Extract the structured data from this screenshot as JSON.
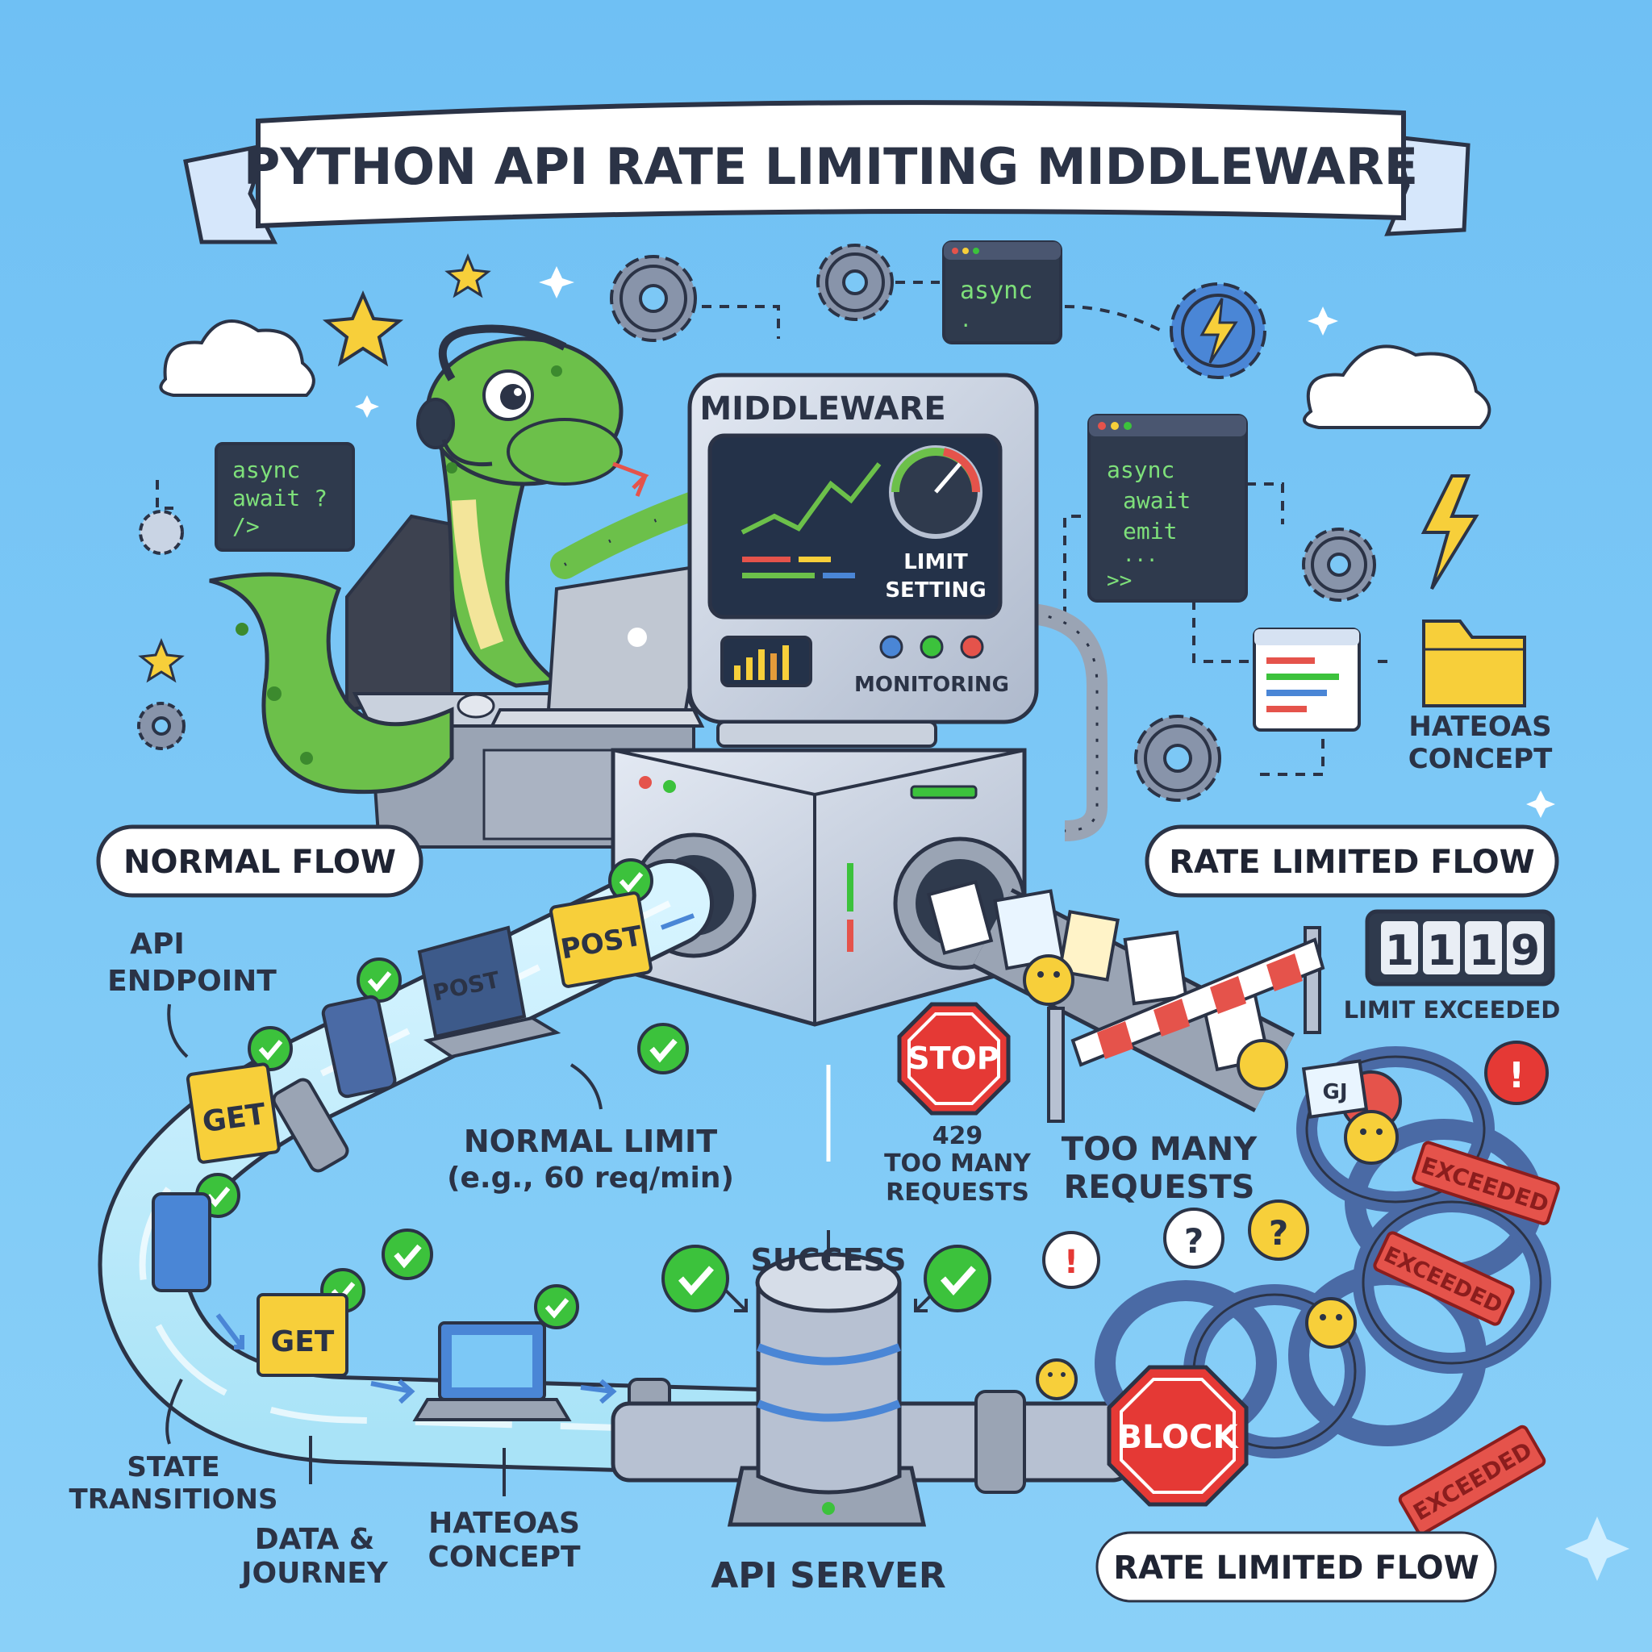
{
  "title": "PYTHON API RATE LIMITING MIDDLEWARE",
  "middleware": {
    "label": "MIDDLEWARE",
    "limit_setting": [
      "LIMIT",
      "SETTING"
    ],
    "monitoring": "MONITORING"
  },
  "code_windows": {
    "top": [
      "async",
      "."
    ],
    "left": [
      "async",
      "await ?",
      "/>"
    ],
    "right": [
      "async",
      "await",
      "emit",
      "...",
      ">>"
    ]
  },
  "flows": {
    "normal": "NORMAL FLOW",
    "rate_limited_top": "RATE LIMITED FLOW",
    "rate_limited_bottom": "RATE LIMITED FLOW"
  },
  "labels": {
    "api_endpoint": [
      "API",
      "ENDPOINT"
    ],
    "normal_limit": [
      "NORMAL LIMIT",
      "(e.g., 60 req/min)"
    ],
    "status_429": [
      "429",
      "TOO MANY",
      "REQUESTS"
    ],
    "too_many_requests": [
      "TOO MANY",
      "REQUESTS"
    ],
    "success": "SUCCESS",
    "api_server": "API SERVER",
    "state_transitions": [
      "STATE",
      "TRANSITIONS"
    ],
    "data_journey": [
      "DATA &",
      "JOURNEY"
    ],
    "hateoas_bottom": [
      "HATEOAS",
      "CONCEPT"
    ],
    "hateoas_right": [
      "HATEOAS",
      "CONCEPT"
    ],
    "limit_exceeded": "LIMIT EXCEEDED"
  },
  "counter_digits": [
    "1",
    "1",
    "1",
    "9"
  ],
  "request_tags": {
    "get_1": "GET",
    "get_2": "GET",
    "post_1": "POST",
    "post_2": "POST",
    "blocked": "GJ"
  },
  "signs": {
    "stop": "STOP",
    "block": "BLOCK"
  },
  "exceeded": [
    "EXCEEDED",
    "EXCEEDED",
    "EXCEEDED"
  ],
  "colors": {
    "background": "#7cc8f6",
    "success_green": "#3cc23c",
    "stop_red": "#e53935",
    "tag_yellow": "#f7cf3a",
    "snake_green": "#6cc04a"
  }
}
